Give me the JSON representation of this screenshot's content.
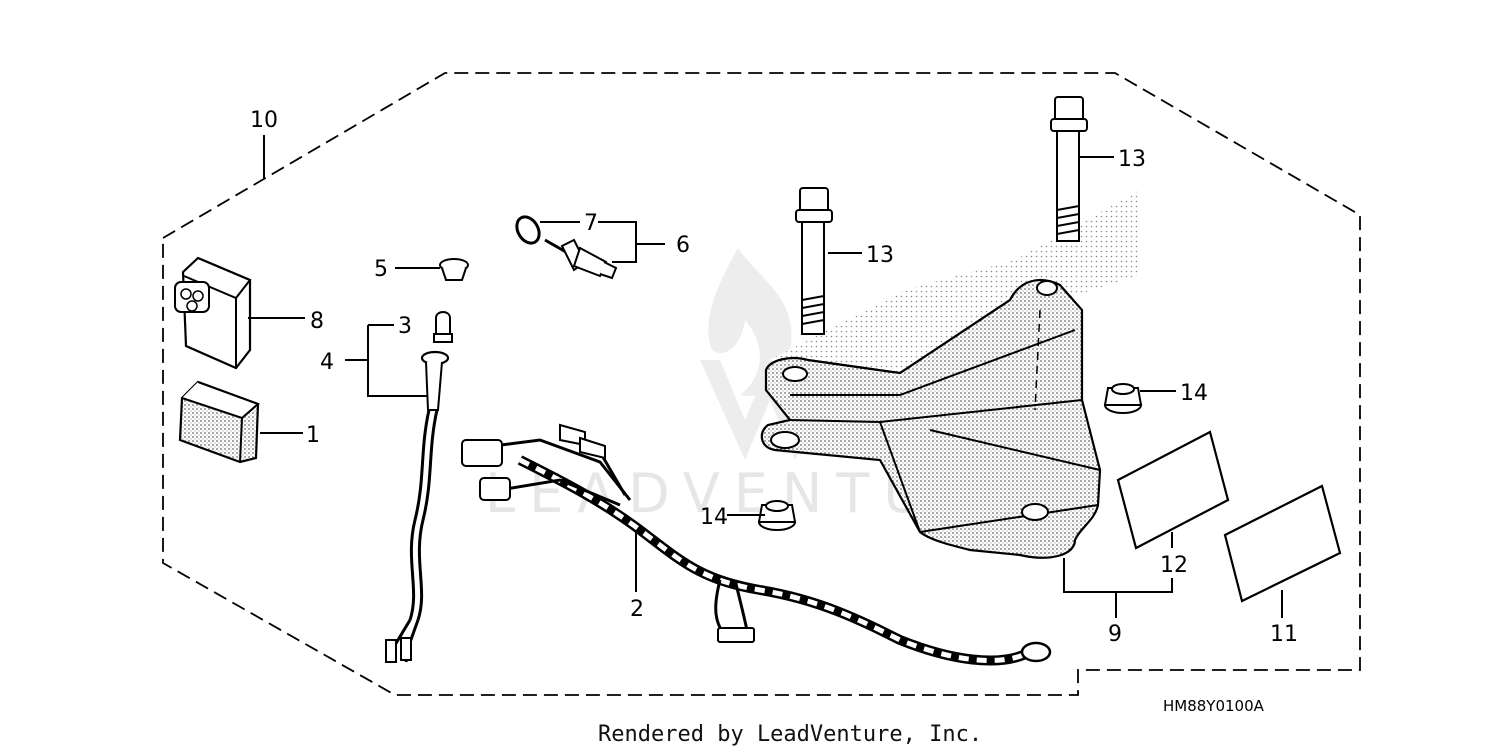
{
  "callouts": [
    "10",
    "7",
    "6",
    "5",
    "8",
    "3",
    "4",
    "1",
    "2",
    "13",
    "13",
    "14",
    "14",
    "12",
    "9",
    "11"
  ],
  "diagram_code": "HM88Y0100A",
  "footer_text": "Rendered by LeadVenture, Inc.",
  "watermark_text": "LEADVENTURE"
}
